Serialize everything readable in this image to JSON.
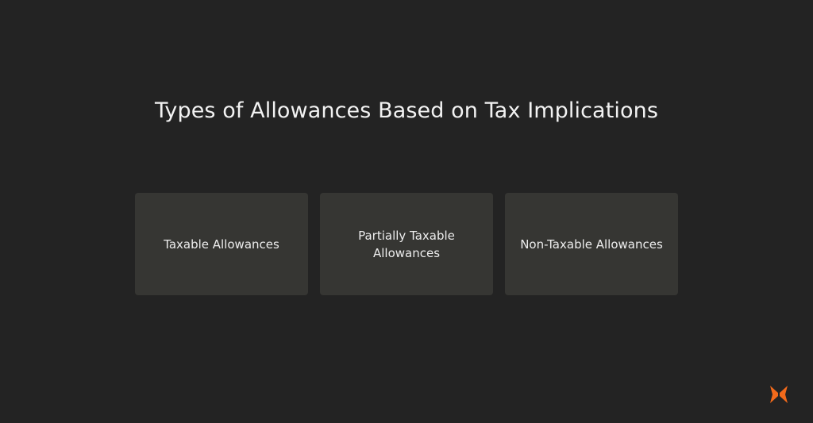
{
  "page": {
    "title": "Types of Allowances Based on Tax Implications"
  },
  "cards": [
    {
      "label": "Taxable Allowances"
    },
    {
      "label": "Partially Taxable Allowances"
    },
    {
      "label": "Non-Taxable Allowances"
    }
  ],
  "brand": {
    "logo_icon": "butterfly-logo-icon",
    "accent_color": "#F26A1B"
  },
  "colors": {
    "background": "#232323",
    "card": "#363633",
    "text": "#EDEDED"
  }
}
